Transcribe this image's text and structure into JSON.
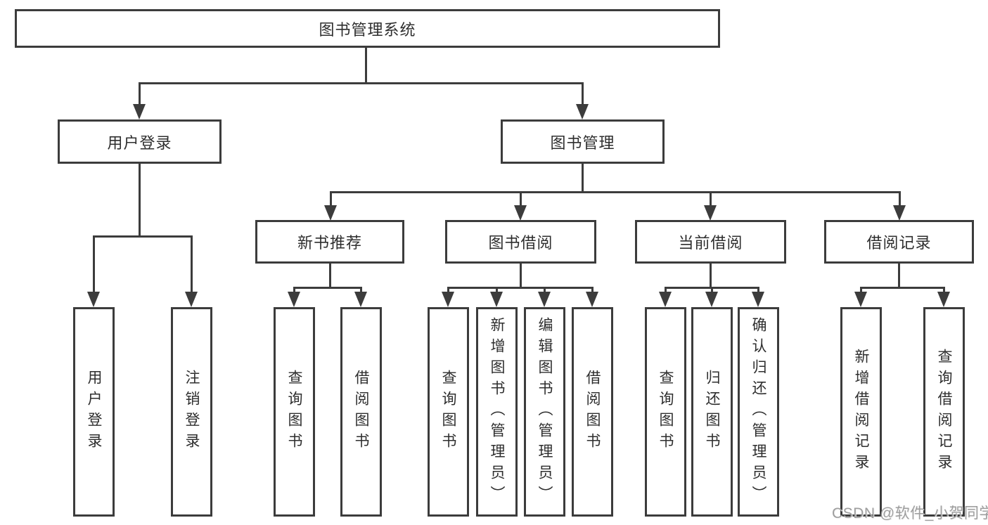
{
  "tree": {
    "root": {
      "label": "图书管理系统"
    },
    "branches": [
      {
        "label": "用户登录",
        "children": [
          {
            "label": "用户登录"
          },
          {
            "label": "注销登录"
          }
        ]
      },
      {
        "label": "图书管理",
        "children": [
          {
            "label": "新书推荐",
            "children": [
              {
                "label": "查询图书"
              },
              {
                "label": "借阅图书"
              }
            ]
          },
          {
            "label": "图书借阅",
            "children": [
              {
                "label": "查询图书"
              },
              {
                "label": "新增图书（管理员）"
              },
              {
                "label": "编辑图书（管理员）"
              },
              {
                "label": "借阅图书"
              }
            ]
          },
          {
            "label": "当前借阅",
            "children": [
              {
                "label": "查询图书"
              },
              {
                "label": "归还图书"
              },
              {
                "label": "确认归还（管理员）"
              }
            ]
          },
          {
            "label": "借阅记录",
            "children": [
              {
                "label": "新增借阅记录"
              },
              {
                "label": "查询借阅记录"
              }
            ]
          }
        ]
      }
    ]
  },
  "watermark": "CSDN @软件_小贺同学",
  "colors": {
    "line": "#3c3c3c",
    "text": "#2e2e2e",
    "watermark": "#949494",
    "background": "#ffffff"
  }
}
